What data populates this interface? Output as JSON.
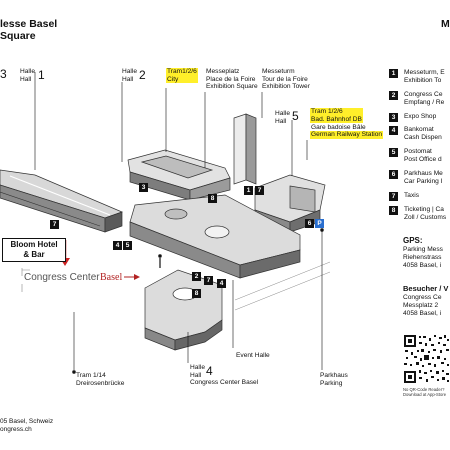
{
  "header": {
    "line1": "lesse Basel",
    "line2": "Square",
    "right_letter": "M"
  },
  "map_labels": {
    "hall3_num": "3",
    "hall3_word": "Halle\nHall",
    "hall1_word": "Halle\nHall",
    "hall1_num": "1",
    "hall2_word": "Halle\nHall",
    "hall2_num": "2",
    "tram_city": "Tram1/2/6\nCity",
    "messeplatz": "Messeplatz\nPlace de la Foire\nExhibition Square",
    "messeturm": "Messeturm\nTour de la Foire\nExhibition Tower",
    "hall5_word": "Halle\nHall",
    "hall5_num": "5",
    "tram_bad": "Tram 1/2/6\nBad. Bahnhof DB",
    "gare": "Gare badoise Bâle",
    "german_station": "German Railway Station",
    "bloom": "Bloom Hotel\n& Bar",
    "congress_center": "Congress Center",
    "basel_arrow": "Basel",
    "event_halle": "Event Halle",
    "hall4_word": "Halle\nHall",
    "hall4_num": "4",
    "congress_center_basel": "Congress Center Basel",
    "tram14": "Tram 1/14\nDreirosenbrücke",
    "parkhaus": "Parkhaus\nParking",
    "badge_p": "P"
  },
  "legend": {
    "items": [
      {
        "num": "1",
        "text": "Messeturm, E\nExhibition To"
      },
      {
        "num": "2",
        "text": "Congress Ce\nEmpfang / Re"
      },
      {
        "num": "3",
        "text": "Expo Shop"
      },
      {
        "num": "4",
        "text": "Bankomat\nCash Dispen"
      },
      {
        "num": "5",
        "text": "Postomat\nPost Office d"
      },
      {
        "num": "6",
        "text": "Parkhaus Me\nCar Parking I"
      },
      {
        "num": "7",
        "text": "Taxis"
      },
      {
        "num": "8",
        "text": "Ticketing | Ca\nZoll / Customs"
      }
    ],
    "gps_title": "GPS:",
    "gps_text": "Parking Mess\nRiehenstrass\n4058 Basel, i",
    "besucher_title": "Besucher / V",
    "besucher_text": "Congress Ce\nMessplatz 2\n4058 Basel, i",
    "qr_caption": "No QR-Code Reader?\nDownload at App-Store"
  },
  "footer": {
    "line1": "05 Basel, Schweiz",
    "line2": "ongress.ch"
  },
  "colors": {
    "highlight": "#ffef2a",
    "bloom_arrow": "#cc2222",
    "basel_text": "#b22222"
  }
}
